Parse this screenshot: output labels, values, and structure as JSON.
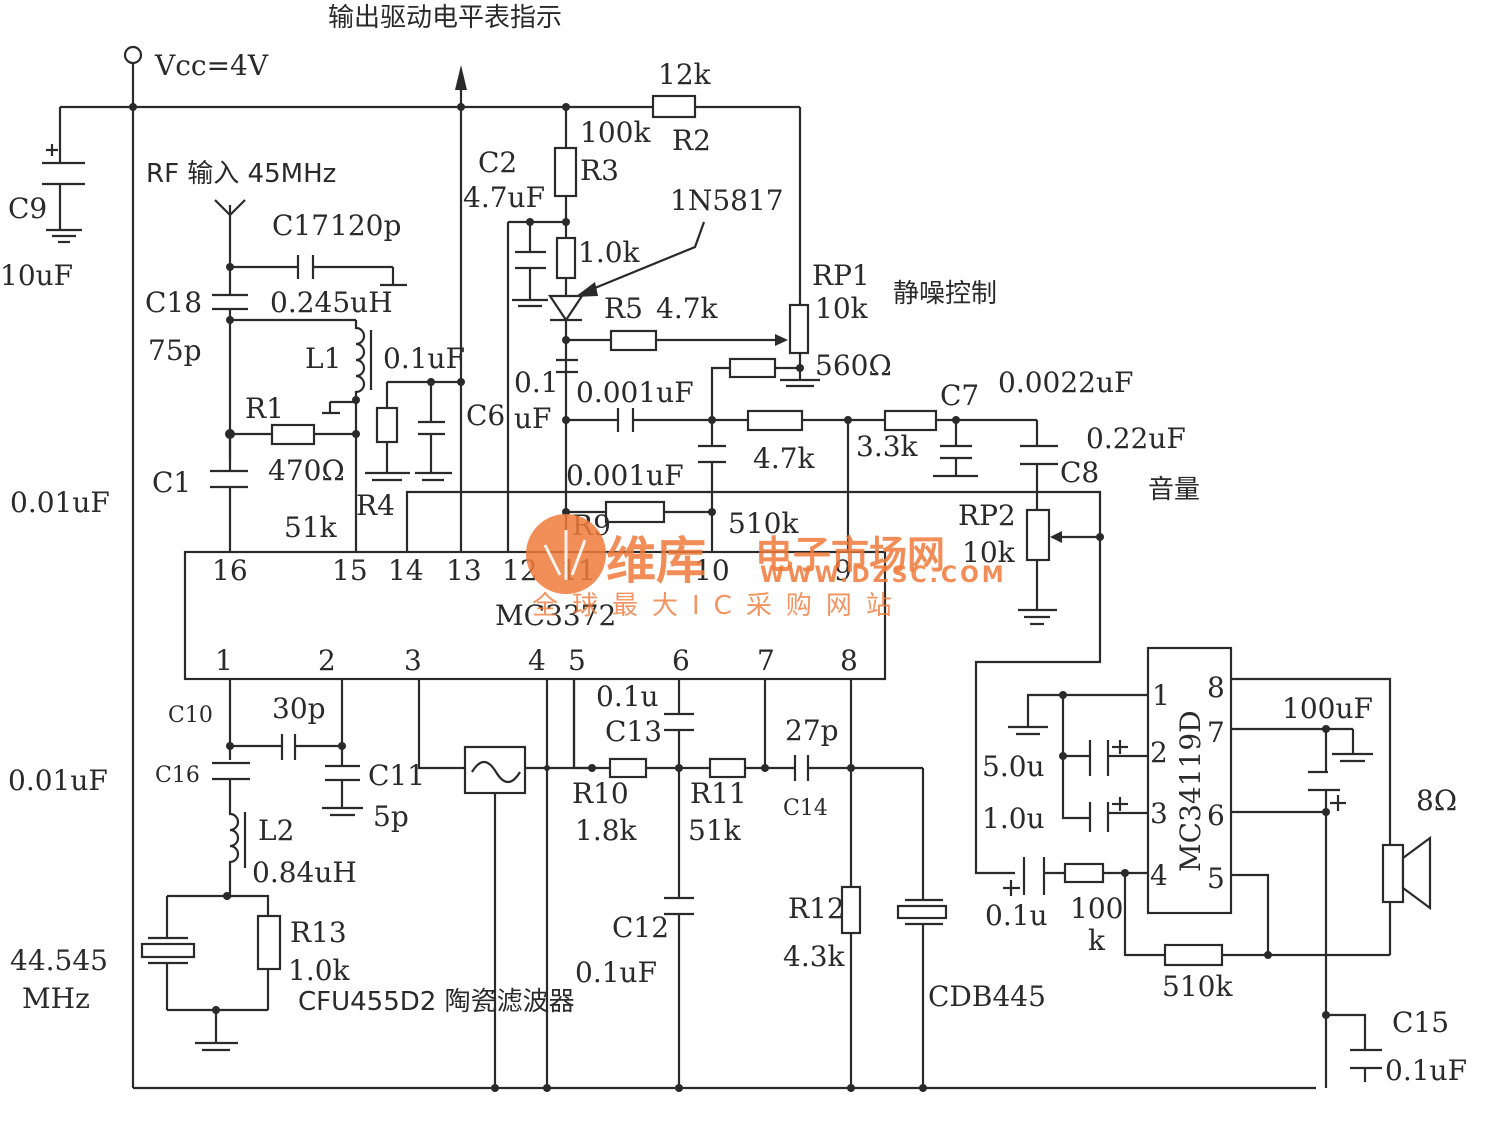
{
  "title": "输出驱动电平表指示",
  "supply": {
    "label": "Vcc=4V"
  },
  "rf_input": {
    "label": "RF 输入 45MHz"
  },
  "ic_main": {
    "name": "MC3372",
    "pins_top": [
      "16",
      "15",
      "14",
      "13",
      "12",
      "11",
      "10",
      "9"
    ],
    "pins_bottom": [
      "1",
      "2",
      "3",
      "4",
      "5",
      "6",
      "7",
      "8"
    ]
  },
  "ic_amp": {
    "name": "MC34119D",
    "pins_left": [
      "1",
      "2",
      "3",
      "4"
    ],
    "pins_right": [
      "8",
      "7",
      "6",
      "5"
    ]
  },
  "components": {
    "c9": {
      "ref": "C9",
      "value": "10uF"
    },
    "c17": {
      "ref": "C17",
      "value": "120p"
    },
    "c18": {
      "ref": "C18",
      "value": "75p"
    },
    "l1": {
      "ref": "L1",
      "value": "0.245uH"
    },
    "c_l1": {
      "value": "0.1uF"
    },
    "r1": {
      "ref": "R1",
      "value": "470Ω"
    },
    "c1": {
      "ref": "C1",
      "value": "0.01uF"
    },
    "r4": {
      "ref": "R4",
      "value": "51k"
    },
    "c6": {
      "ref": "C6",
      "value": "0.1uF"
    },
    "c2": {
      "ref": "C2",
      "value": "4.7uF"
    },
    "r3": {
      "ref": "R3",
      "value": "100k"
    },
    "r2": {
      "ref": "R2",
      "value": "12k"
    },
    "r_1k": {
      "value": "1.0k"
    },
    "diode": {
      "value": "1N5817"
    },
    "r5": {
      "ref": "R5",
      "value": "4.7k"
    },
    "rp1": {
      "ref": "RP1",
      "value": "10k",
      "note": "静噪控制"
    },
    "r_560": {
      "value": "560Ω"
    },
    "c_001a": {
      "value": "0.001uF"
    },
    "c_001b": {
      "value": "0.001uF"
    },
    "r_47k": {
      "value": "4.7k"
    },
    "r_33k": {
      "value": "3.3k"
    },
    "c7": {
      "ref": "C7",
      "value": "0.0022uF"
    },
    "c8": {
      "ref": "C8",
      "value": "0.22uF"
    },
    "r9": {
      "ref": "R9",
      "value": "510k"
    },
    "rp2": {
      "ref": "RP2",
      "value": "10k",
      "note": "音量"
    },
    "c10": {
      "ref": "C10",
      "value": "0.01uF"
    },
    "c_30p": {
      "value": "30p"
    },
    "c16": {
      "ref": "C16"
    },
    "c11": {
      "ref": "C11",
      "value": "5p"
    },
    "l2": {
      "ref": "L2",
      "value": "0.84uH"
    },
    "xtal": {
      "value": "44.545",
      "unit": "MHz"
    },
    "r13": {
      "ref": "R13",
      "value": "1.0k"
    },
    "cfu": {
      "value": "CFU455D2 陶瓷滤波器"
    },
    "c13": {
      "ref": "C13",
      "value": "0.1u"
    },
    "r10": {
      "ref": "R10",
      "value": "1.8k"
    },
    "r11": {
      "ref": "R11",
      "value": "51k"
    },
    "c14": {
      "ref": "C14",
      "value": "27p"
    },
    "c12": {
      "ref": "C12",
      "value": "0.1uF"
    },
    "r12": {
      "ref": "R12",
      "value": "4.3k"
    },
    "cdb": {
      "value": "CDB445"
    },
    "c_50u": {
      "value": "5.0u"
    },
    "c_10u": {
      "value": "1.0u"
    },
    "c_01u": {
      "value": "0.1u"
    },
    "r_100k": {
      "value": "100",
      "unit": "k"
    },
    "r_510k": {
      "value": "510k"
    },
    "c_100u": {
      "value": "100uF"
    },
    "speaker": {
      "value": "8Ω"
    },
    "c15": {
      "ref": "C15",
      "value": "0.1uF"
    }
  },
  "watermark": {
    "brand": "维库",
    "tagline": "电子市场网",
    "url": "WWW.DZSC.COM",
    "sub": "全球最大IC采购网站"
  }
}
